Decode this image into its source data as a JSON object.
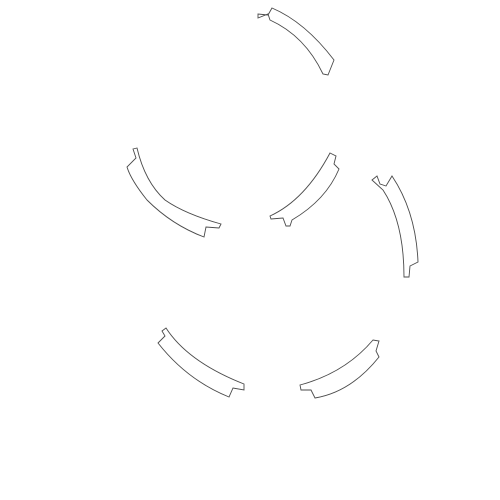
{
  "canvas": {
    "background": "#ffffff",
    "stroke_color": "#4a4a4a"
  },
  "pieces": [
    {
      "name": "arc-piece-top"
    },
    {
      "name": "arc-piece-left"
    },
    {
      "name": "arc-piece-center"
    },
    {
      "name": "arc-piece-right"
    },
    {
      "name": "arc-piece-bottom-left"
    },
    {
      "name": "arc-piece-bottom-right"
    }
  ]
}
